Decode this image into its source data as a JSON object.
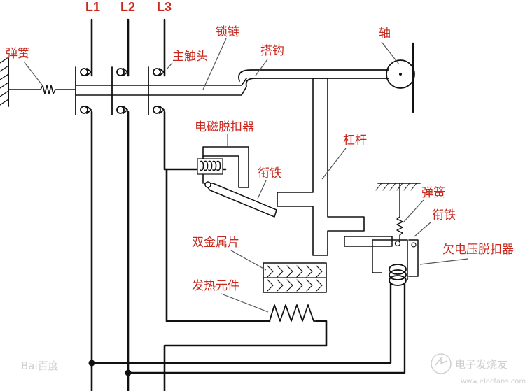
{
  "phases": [
    "L1",
    "L2",
    "L3"
  ],
  "labels": {
    "spring_left": "弹簧",
    "main_contact": "主触头",
    "lock_chain": "锁链",
    "hook": "搭钩",
    "shaft": "轴",
    "magnetic_release": "电磁脱扣器",
    "armature_1": "衔铁",
    "lever": "杠杆",
    "spring_right": "弹簧",
    "armature_2": "衔铁",
    "undervoltage_release": "欠电压脱扣器",
    "bimetal": "双金属片",
    "heater": "发热元件"
  },
  "watermarks": {
    "left": "Bai百度",
    "right": "电子发烧友",
    "right_url": "www.elecfans.com"
  },
  "colors": {
    "label": "#c8281e",
    "line": "#111111",
    "background": "#ffffff"
  }
}
